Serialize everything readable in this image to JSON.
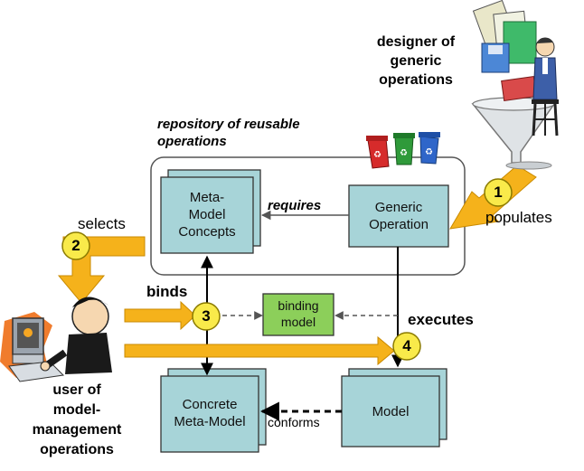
{
  "designer": {
    "line1": "designer of",
    "line2": "generic",
    "line3": "operations"
  },
  "repository": {
    "line1": "repository of reusable",
    "line2": "operations"
  },
  "boxes": {
    "meta_model_concepts": {
      "line1": "Meta-",
      "line2": "Model",
      "line3": "Concepts"
    },
    "generic_operation": {
      "line1": "Generic",
      "line2": "Operation"
    },
    "binding_model": {
      "line1": "binding",
      "line2": "model"
    },
    "concrete_meta_model": {
      "line1": "Concrete",
      "line2": "Meta-Model"
    },
    "model": {
      "line1": "Model"
    }
  },
  "labels": {
    "requires": "requires",
    "selects": "selects",
    "populates": "populates",
    "binds": "binds",
    "executes": "executes",
    "conforms": "conforms"
  },
  "steps": [
    "1",
    "2",
    "3",
    "4"
  ],
  "user": {
    "line1": "user of",
    "line2": "model-",
    "line3": "management",
    "line4": "operations"
  },
  "colors": {
    "box_fill": "#a7d4d8",
    "box_border": "#333333",
    "binding_fill": "#8ccf5a",
    "arrow_orange": "#f5b21b",
    "step_fill": "#f9ea4a",
    "repo_border": "#555555"
  },
  "icons": [
    "recycle-bins-icon",
    "designer-figure-icon",
    "funnel-icon",
    "user-computer-icon"
  ]
}
